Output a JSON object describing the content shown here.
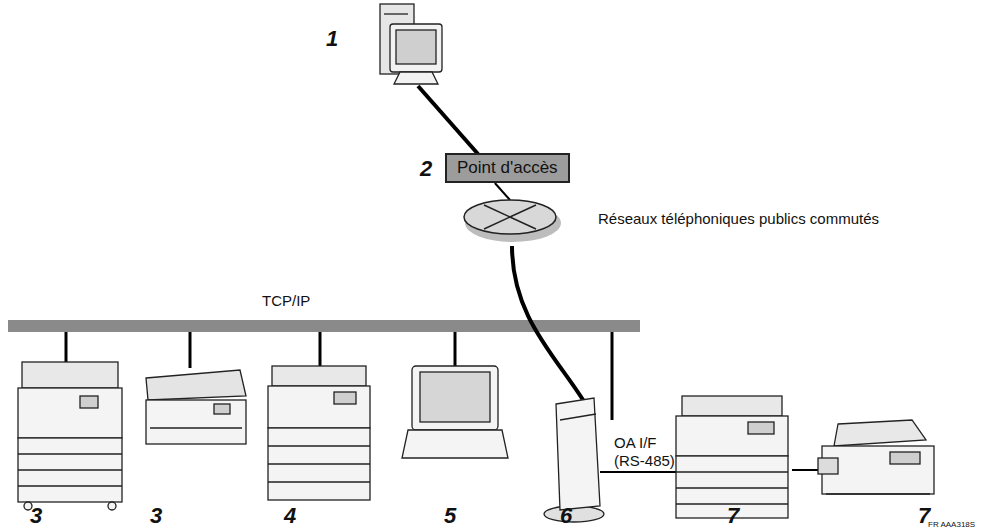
{
  "diagram": {
    "nodes": [
      {
        "text": [
          "Point d'accès"
        ]
      },
      {
        "text": [
          "Réseaux téléphoniques publics commutés"
        ]
      }
    ],
    "edges": [
      {
        "from": 0,
        "to": 1,
        "arrow": "none"
      }
    ],
    "labels": [
      "1",
      "2",
      "TCP/IP",
      "3",
      "3",
      "4",
      "5",
      "6",
      "OA I/F (RS-485)",
      "7",
      "7",
      "FR AAA318S"
    ]
  }
}
